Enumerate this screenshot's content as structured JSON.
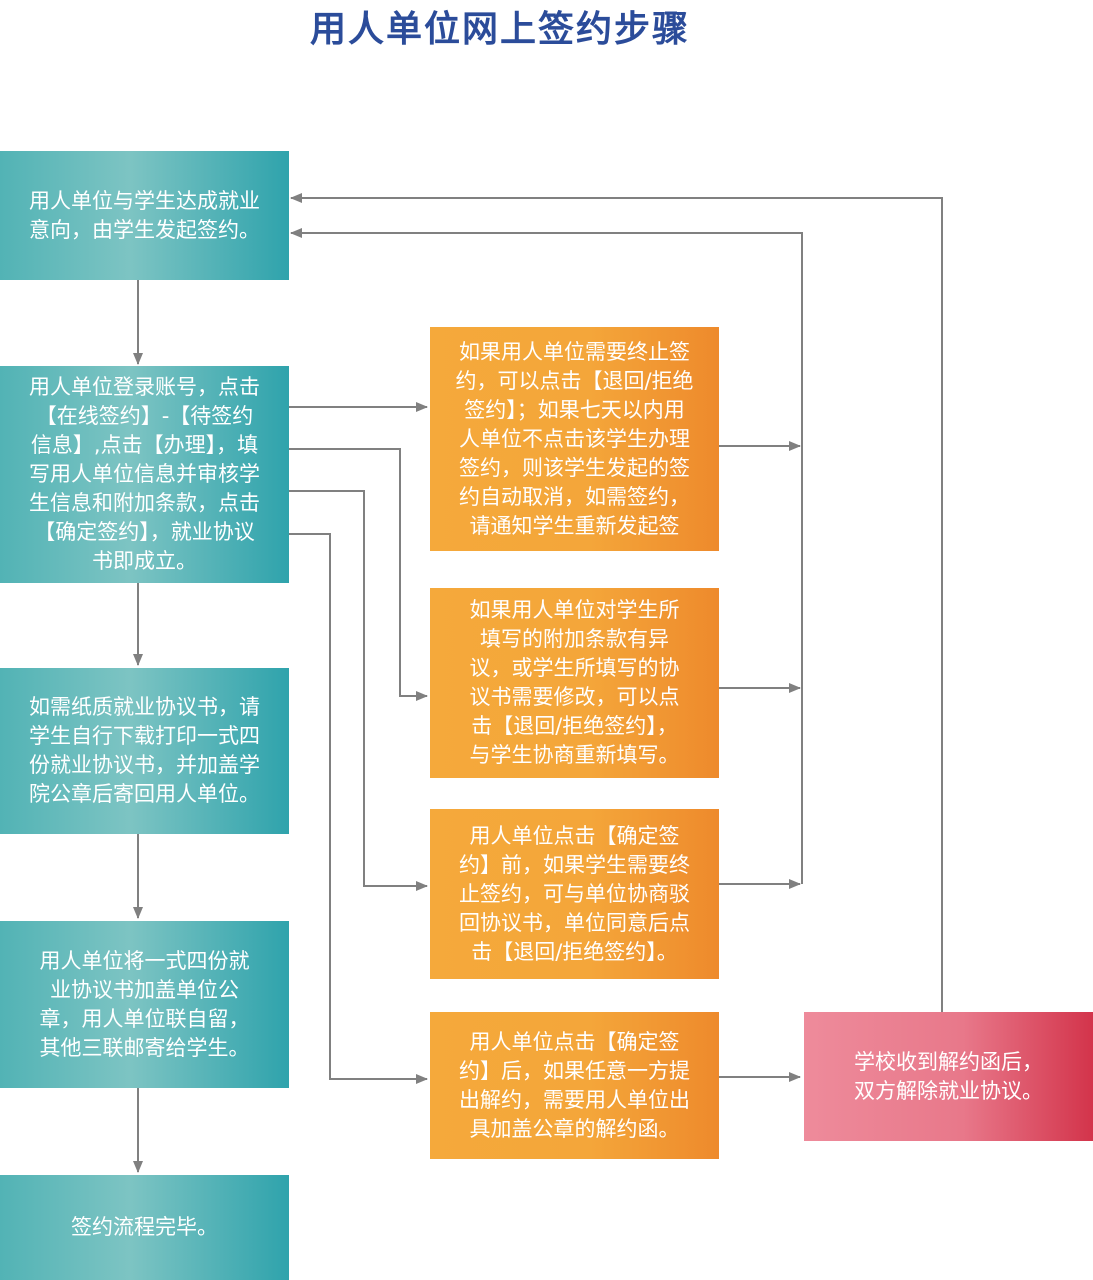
{
  "title": "用人单位网上签约步骤",
  "steps": [
    {
      "text": "用人单位与学生达成就业\n意向，由学生发起签约。"
    },
    {
      "text": "用人单位登录账号，点击\n【在线签约】-【待签约\n信息】,点击【办理】，填\n写用人单位信息并审核学\n生信息和附加条款，点击\n【确定签约】，就业协议\n书即成立。"
    },
    {
      "text": "如需纸质就业协议书，请\n学生自行下载打印一式四\n份就业协议书，并加盖学\n院公章后寄回用人单位。"
    },
    {
      "text": "用人单位将一式四份就\n业协议书加盖单位公\n章，用人单位联自留，\n其他三联邮寄给学生。"
    },
    {
      "text": "签约流程完毕。"
    }
  ],
  "cases": [
    {
      "text": "如果用人单位需要终止签\n约，可以点击【退回/拒绝\n签约】；如果七天以内用\n人单位不点击该学生办理\n签约，则该学生发起的签\n约自动取消，如需签约，\n请通知学生重新发起签"
    },
    {
      "text": "如果用人单位对学生所\n填写的附加条款有异\n议，或学生所填写的协\n议书需要修改，可以点\n击【退回/拒绝签约】，\n与学生协商重新填写。"
    },
    {
      "text": "用人单位点击【确定签\n约】前，如果学生需要终\n止签约，可与单位协商驳\n回协议书，单位同意后点\n击【退回/拒绝签约】。"
    },
    {
      "text": "用人单位点击【确定签\n约】后，如果任意一方提\n出解约，需要用人单位出\n具加盖公章的解约函。"
    }
  ],
  "result": {
    "text": "学校收到解约函后，\n双方解除就业协议。"
  },
  "colors": {
    "title": "#2b4c9a",
    "teal": "#52b3b5",
    "orange": "#f5a93b",
    "pink": "#e8788a",
    "line": "#808080"
  }
}
